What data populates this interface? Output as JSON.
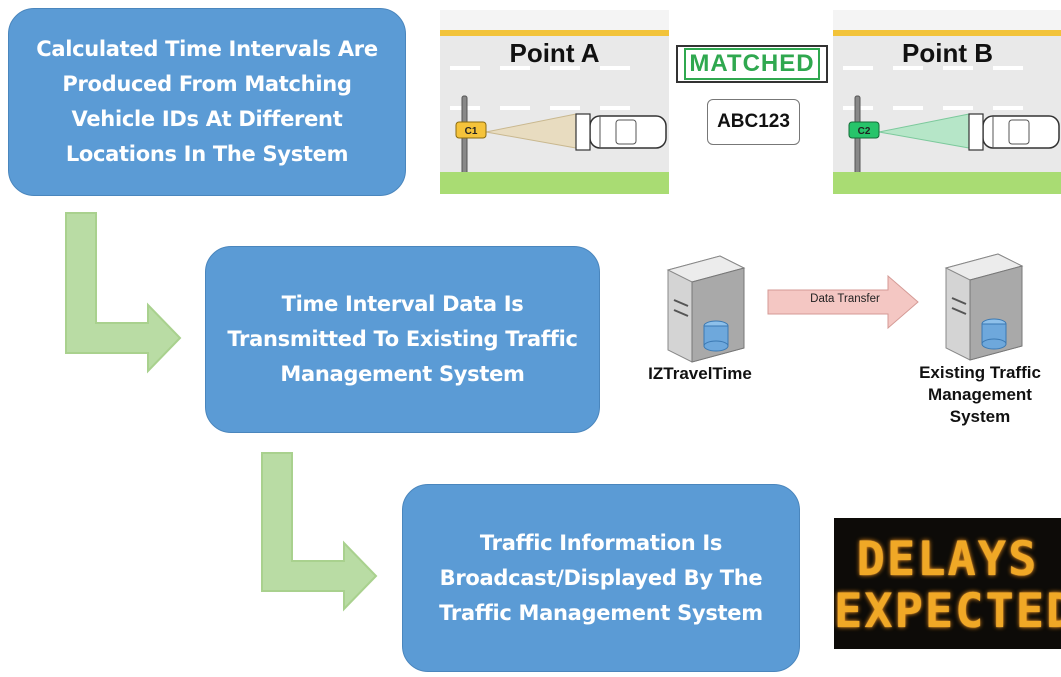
{
  "steps": {
    "step1": "Calculated Time Intervals Are Produced From Matching Vehicle IDs At Different Locations In The System",
    "step2": "Time Interval Data Is Transmitted To Existing Traffic Management System",
    "step3": "Traffic Information Is Broadcast/Displayed By The Traffic Management System"
  },
  "road_a": {
    "title": "Point A",
    "sensor": "C1",
    "sensor_color": "#f5c33b",
    "beam_color": "#e8dcc0"
  },
  "road_b": {
    "title": "Point B",
    "sensor": "C2",
    "sensor_color": "#27c46a",
    "beam_color": "#b6e6c8"
  },
  "plate_text": "ABC123",
  "matched_label": "MATCHED",
  "transfer": {
    "label": "Data Transfer",
    "source_label": "IZTravelTime",
    "target_label": "Existing Traffic Management System"
  },
  "sign": {
    "line1": "DELAYS",
    "line2": "EXPECTED"
  },
  "colors": {
    "box": "#5b9bd5",
    "flow_arrow": "#b9dca4",
    "transfer_arrow": "#f4c7c3",
    "matched": "#2fa84f",
    "sign_text": "#f0a826"
  }
}
